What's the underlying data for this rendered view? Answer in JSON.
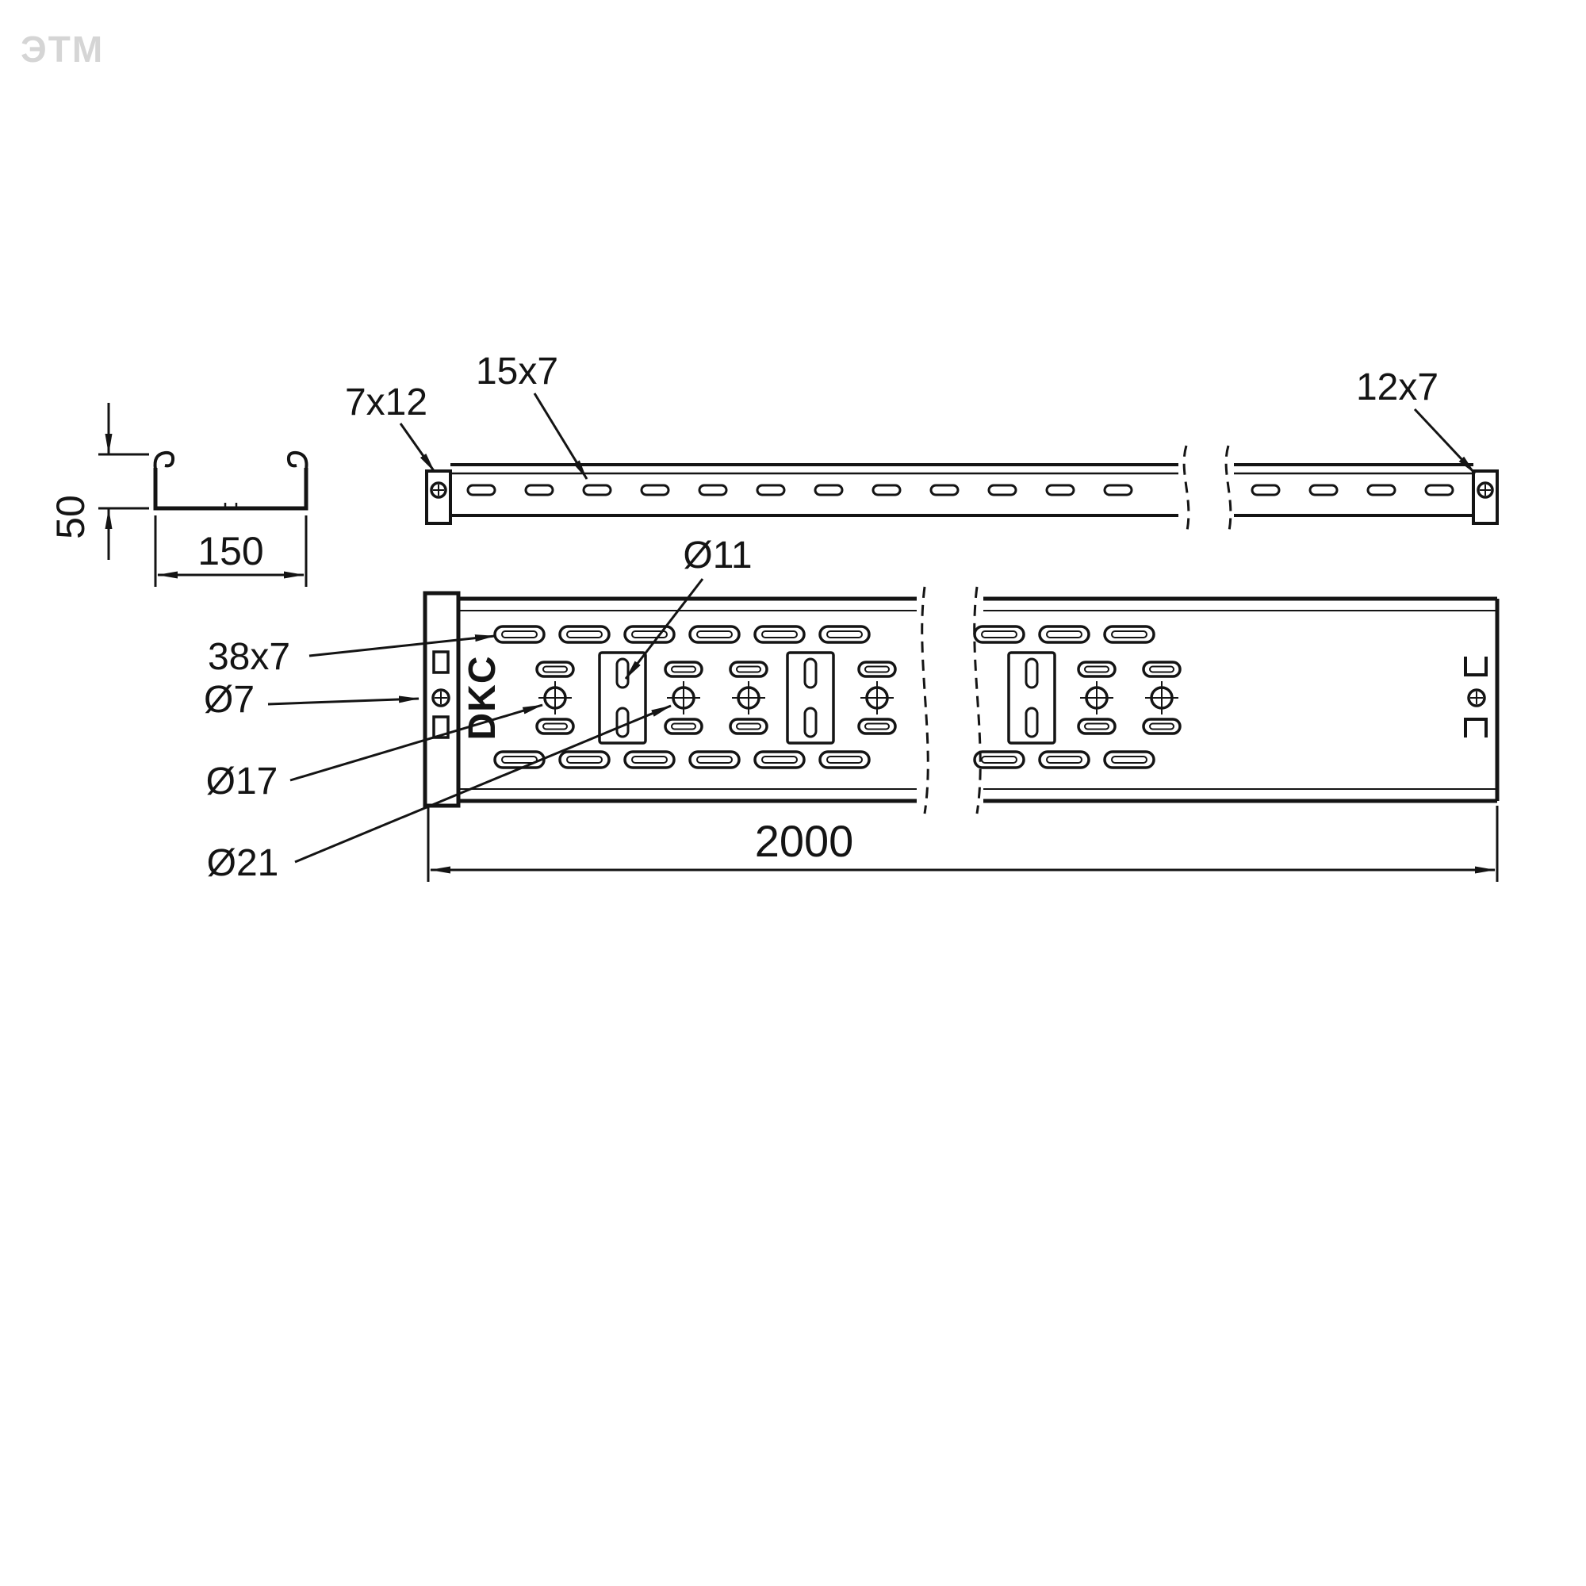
{
  "colors": {
    "background": "#ffffff",
    "line": "#141414",
    "watermark": "#d5d5d5"
  },
  "watermark": {
    "text": "ЭТМ"
  },
  "views": {
    "cross_section": {
      "height": "50",
      "width": "150"
    },
    "side_view": {
      "left_end_slot": "7x12",
      "perforation_slot": "15x7",
      "right_end_slot": "12x7"
    },
    "plan_view": {
      "brand": "DKC",
      "long_slot": "38x7",
      "end_screw_hole": "Ø7",
      "plate_slot_hole": "Ø11",
      "center_hole_small": "Ø17",
      "center_hole_large": "Ø21",
      "overall_length": "2000"
    }
  }
}
